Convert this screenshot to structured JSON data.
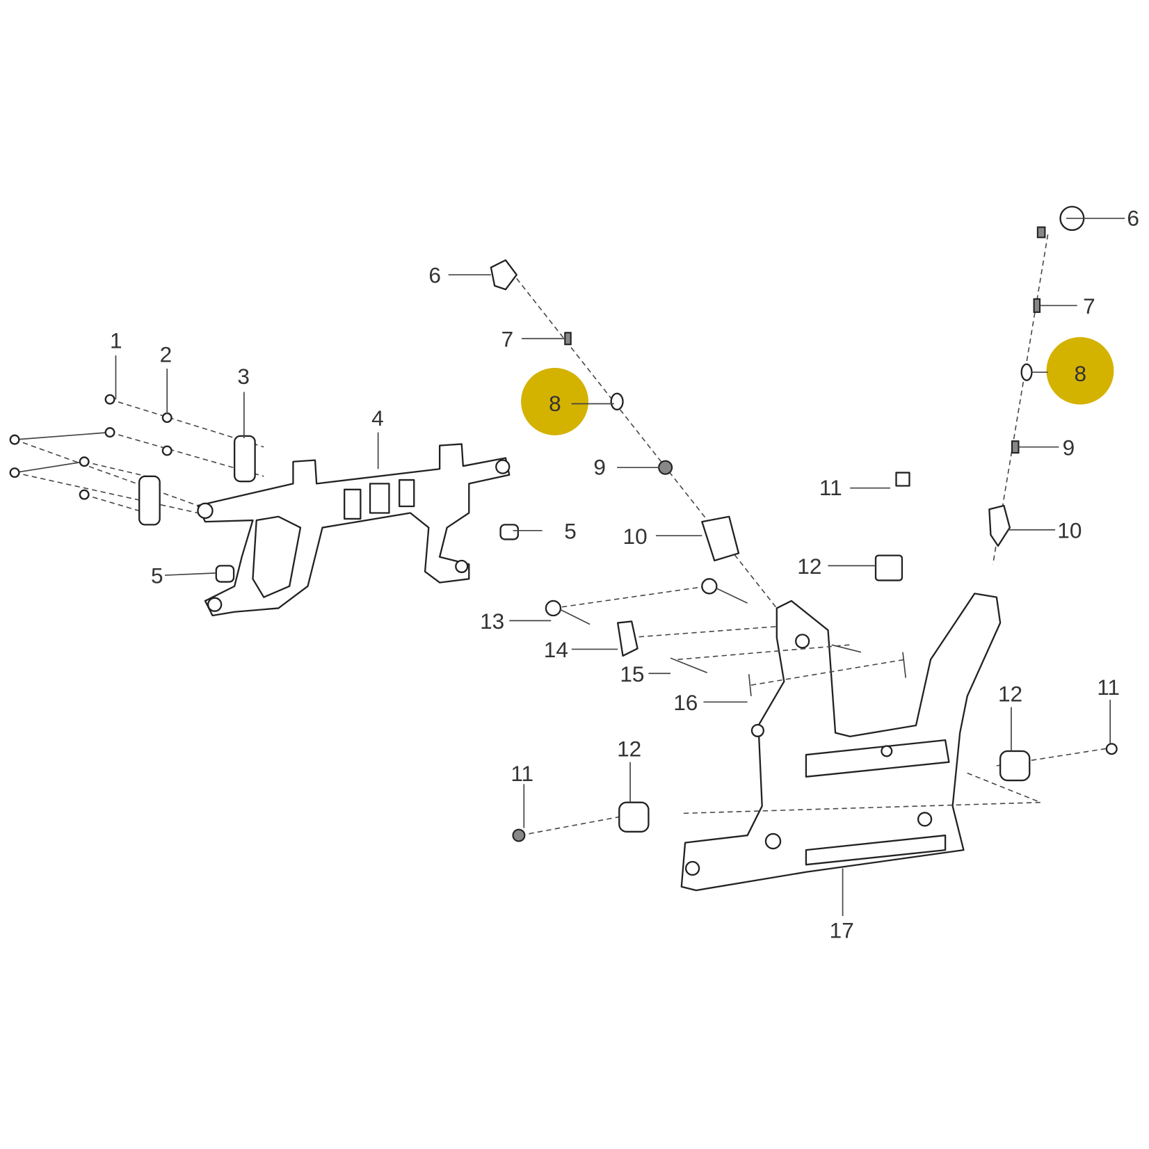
{
  "highlight_color": "#D4B200",
  "callouts": {
    "c1": "1",
    "c2": "2",
    "c3": "3",
    "c4": "4",
    "c5a": "5",
    "c5b": "5",
    "c6a": "6",
    "c6b": "6",
    "c7a": "7",
    "c7b": "7",
    "c8a": "8",
    "c8b": "8",
    "c9a": "9",
    "c9b": "9",
    "c10a": "10",
    "c10b": "10",
    "c11a": "11",
    "c11b": "11",
    "c11c": "11",
    "c12a": "12",
    "c12b": "12",
    "c12c": "12",
    "c13": "13",
    "c14": "14",
    "c15": "15",
    "c16": "16",
    "c17": "17"
  }
}
